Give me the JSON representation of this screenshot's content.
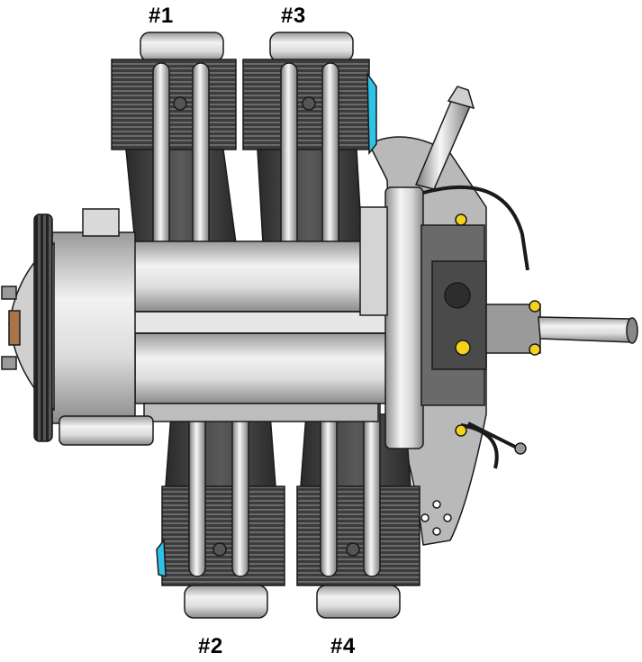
{
  "cylinder_labels": {
    "c1": "#1",
    "c2": "#2",
    "c3": "#3",
    "c4": "#4"
  },
  "colors": {
    "cylinder_fins": "#3a3a3a",
    "metal": "#cfcfcf",
    "metal_dark": "#8e8e8e",
    "accent_cyan": "#2ec4e8",
    "accent_yellow": "#f2d21b",
    "outline": "#1a1a1a"
  }
}
